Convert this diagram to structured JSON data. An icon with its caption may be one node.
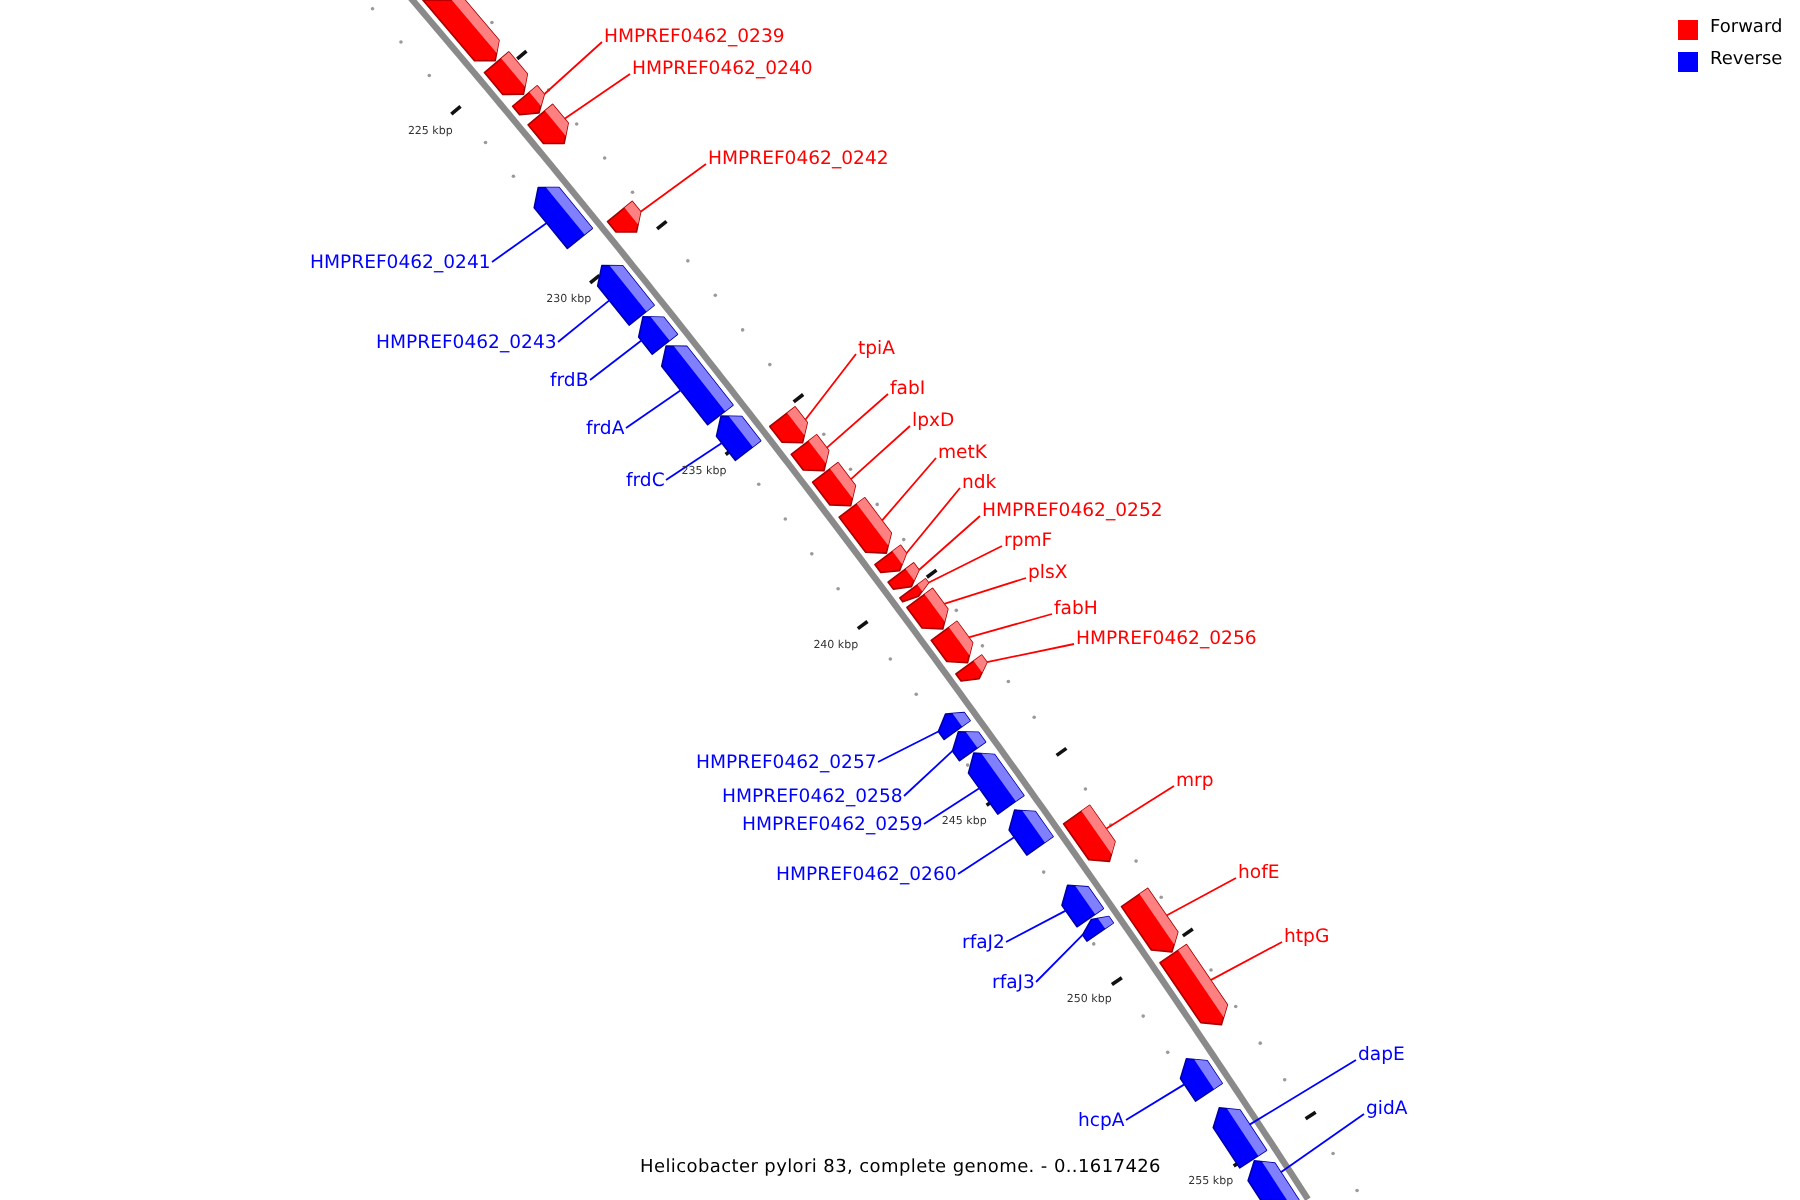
{
  "diagram": {
    "caption": "Helicobacter pylori 83, complete genome. - 0..1617426",
    "nodes": [
      {
        "text": [],
        "shape": "arrow"
      },
      {
        "text": [],
        "shape": "arrow"
      },
      {
        "text": [
          "HMPREF0462_0239"
        ]
      },
      {
        "text": [],
        "shape": "arrow"
      },
      {
        "text": [
          "HMPREF0462_0240"
        ]
      },
      {
        "text": [],
        "shape": "arrow"
      },
      {
        "text": [
          "HMPREF0462_0241"
        ]
      },
      {
        "text": [],
        "shape": "arrow"
      },
      {
        "text": [
          "HMPREF0462_0242"
        ]
      },
      {
        "text": [],
        "shape": "arrow"
      },
      {
        "text": [
          "HMPREF0462_0243"
        ]
      },
      {
        "text": [],
        "shape": "arrow"
      },
      {
        "text": [
          "frdB"
        ]
      },
      {
        "text": [],
        "shape": "arrow"
      },
      {
        "text": [
          "frdA"
        ]
      },
      {
        "text": [],
        "shape": "arrow"
      },
      {
        "text": [
          "frdC"
        ]
      },
      {
        "text": [],
        "shape": "arrow"
      },
      {
        "text": [
          "tpiA"
        ]
      },
      {
        "text": [],
        "shape": "arrow"
      },
      {
        "text": [
          "fabI"
        ]
      },
      {
        "text": [],
        "shape": "arrow"
      },
      {
        "text": [
          "lpxD"
        ]
      },
      {
        "text": [],
        "shape": "arrow"
      },
      {
        "text": [
          "metK"
        ]
      },
      {
        "text": [],
        "shape": "arrow"
      },
      {
        "text": [
          "ndk"
        ]
      },
      {
        "text": [],
        "shape": "arrow"
      },
      {
        "text": [
          "HMPREF0462_0252"
        ]
      },
      {
        "text": [],
        "shape": "arrow"
      },
      {
        "text": [
          "rpmF"
        ]
      },
      {
        "text": [],
        "shape": "arrow"
      },
      {
        "text": [
          "plsX"
        ]
      },
      {
        "text": [],
        "shape": "arrow"
      },
      {
        "text": [
          "fabH"
        ]
      },
      {
        "text": [],
        "shape": "arrow"
      },
      {
        "text": [
          "HMPREF0462_0256"
        ]
      },
      {
        "text": [],
        "shape": "arrow"
      },
      {
        "text": [
          "HMPREF0462_0257"
        ]
      },
      {
        "text": [],
        "shape": "arrow"
      },
      {
        "text": [
          "HMPREF0462_0258"
        ]
      },
      {
        "text": [],
        "shape": "arrow"
      },
      {
        "text": [
          "HMPREF0462_0259"
        ]
      },
      {
        "text": [],
        "shape": "arrow"
      },
      {
        "text": [
          "HMPREF0462_0260"
        ]
      },
      {
        "text": [],
        "shape": "arrow"
      },
      {
        "text": [
          "mrp"
        ]
      },
      {
        "text": [],
        "shape": "arrow"
      },
      {
        "text": [
          "rfaJ2"
        ]
      },
      {
        "text": [],
        "shape": "arrow"
      },
      {
        "text": [
          "rfaJ3"
        ]
      },
      {
        "text": [],
        "shape": "arrow"
      },
      {
        "text": [
          "hofE"
        ]
      },
      {
        "text": [],
        "shape": "arrow"
      },
      {
        "text": [
          "htpG"
        ]
      },
      {
        "text": [],
        "shape": "arrow"
      },
      {
        "text": [
          "hcpA"
        ]
      },
      {
        "text": [],
        "shape": "arrow"
      },
      {
        "text": [
          "dapE"
        ]
      },
      {
        "text": [],
        "shape": "arrow"
      },
      {
        "text": [
          "gidA"
        ]
      },
      {
        "text": [],
        "shape": "arrow"
      }
    ],
    "edges": [
      {
        "from": 2,
        "to": 3,
        "arrow": "none"
      },
      {
        "from": 4,
        "to": 5,
        "arrow": "none"
      },
      {
        "from": 6,
        "to": 7,
        "arrow": "none",
        "color": "#0000ff"
      },
      {
        "from": 8,
        "to": 9,
        "arrow": "none"
      },
      {
        "from": 10,
        "to": 11,
        "arrow": "none",
        "color": "#0000ff"
      },
      {
        "from": 12,
        "to": 13,
        "arrow": "none",
        "color": "#0000ff"
      },
      {
        "from": 14,
        "to": 15,
        "arrow": "none",
        "color": "#0000ff"
      },
      {
        "from": 16,
        "to": 17,
        "arrow": "none",
        "color": "#0000ff"
      },
      {
        "from": 18,
        "to": 19,
        "arrow": "none"
      },
      {
        "from": 20,
        "to": 21,
        "arrow": "none"
      },
      {
        "from": 22,
        "to": 23,
        "arrow": "none"
      },
      {
        "from": 24,
        "to": 25,
        "arrow": "none"
      },
      {
        "from": 26,
        "to": 27,
        "arrow": "none"
      },
      {
        "from": 28,
        "to": 29,
        "arrow": "none"
      },
      {
        "from": 30,
        "to": 31,
        "arrow": "none"
      },
      {
        "from": 32,
        "to": 33,
        "arrow": "none"
      },
      {
        "from": 34,
        "to": 35,
        "arrow": "none"
      },
      {
        "from": 36,
        "to": 37,
        "arrow": "none"
      },
      {
        "from": 38,
        "to": 39,
        "arrow": "none",
        "color": "#0000ff"
      },
      {
        "from": 40,
        "to": 41,
        "arrow": "none",
        "color": "#0000ff"
      },
      {
        "from": 42,
        "to": 43,
        "arrow": "none",
        "color": "#0000ff"
      },
      {
        "from": 44,
        "to": 45,
        "arrow": "none",
        "color": "#0000ff"
      },
      {
        "from": 46,
        "to": 47,
        "arrow": "none"
      },
      {
        "from": 48,
        "to": 49,
        "arrow": "none",
        "color": "#0000ff"
      },
      {
        "from": 50,
        "to": 51,
        "arrow": "none",
        "color": "#0000ff"
      },
      {
        "from": 52,
        "to": 53,
        "arrow": "none"
      },
      {
        "from": 54,
        "to": 55,
        "arrow": "none"
      },
      {
        "from": 56,
        "to": 57,
        "arrow": "none",
        "color": "#0000ff"
      },
      {
        "from": 58,
        "to": 59,
        "arrow": "none",
        "color": "#0000ff"
      },
      {
        "from": 60,
        "to": 61,
        "arrow": "none",
        "color": "#0000ff"
      }
    ],
    "labels": [
      "225 kbp",
      "230 kbp",
      "235 kbp",
      "240 kbp",
      "245 kbp",
      "250 kbp",
      "255 kbp"
    ],
    "legend": [
      {
        "text": "Forward",
        "color": "#ff0000"
      },
      {
        "text": "Reverse",
        "color": "#0000ff"
      }
    ]
  }
}
